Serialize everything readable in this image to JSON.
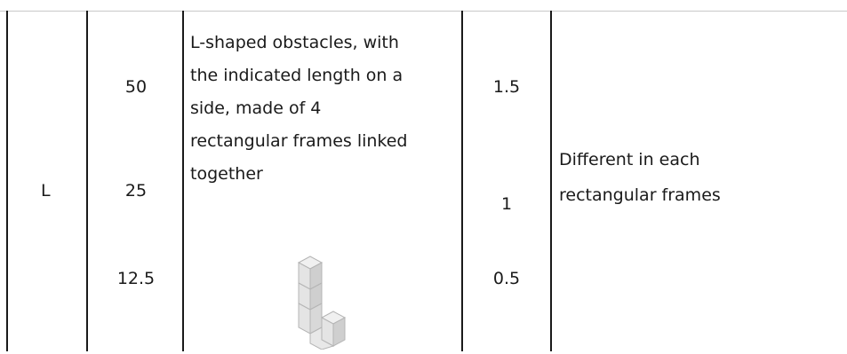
{
  "row": {
    "type_label": "L",
    "lengths": [
      "50",
      "25",
      "12.5"
    ],
    "description_lines": [
      "L-shaped obstacles, with",
      "the indicated length on a",
      "side, made of 4",
      "rectangular frames linked",
      "together"
    ],
    "heights": [
      "1.5",
      "1",
      "0.5"
    ],
    "note_lines": [
      "Different in each",
      "rectangular frames"
    ]
  },
  "illustration_icon": "l-shaped-block-stack-icon",
  "colors": {
    "grid_line": "#1a1a1a",
    "top_rule": "#c8c8c8",
    "block_face": "#e4e4e4",
    "block_top": "#f0f0f0",
    "block_side": "#cfcfcf",
    "block_edge": "#b5b5b5"
  }
}
